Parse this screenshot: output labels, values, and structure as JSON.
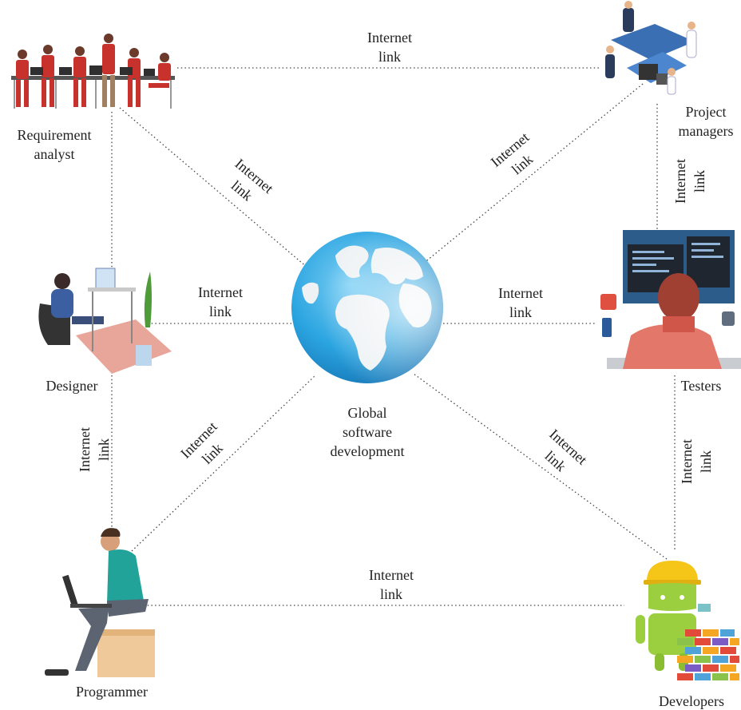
{
  "center": {
    "label_lines": [
      "Global",
      "software",
      "development"
    ]
  },
  "nodes": {
    "requirement_analyst": {
      "label_lines": [
        "Requirement",
        "analyst"
      ]
    },
    "project_managers": {
      "label_lines": [
        "Project",
        "managers"
      ]
    },
    "designer": {
      "label_lines": [
        "Designer"
      ]
    },
    "testers": {
      "label_lines": [
        "Testers"
      ]
    },
    "programmer": {
      "label_lines": [
        "Programmer"
      ]
    },
    "developers": {
      "label_lines": [
        "Developers"
      ]
    }
  },
  "link_label": [
    "Internet",
    "link"
  ],
  "colors": {
    "ocean": "#2aa4e0",
    "land": "#eef2f4",
    "link": "#444444",
    "shirt_red": "#c8322c"
  }
}
